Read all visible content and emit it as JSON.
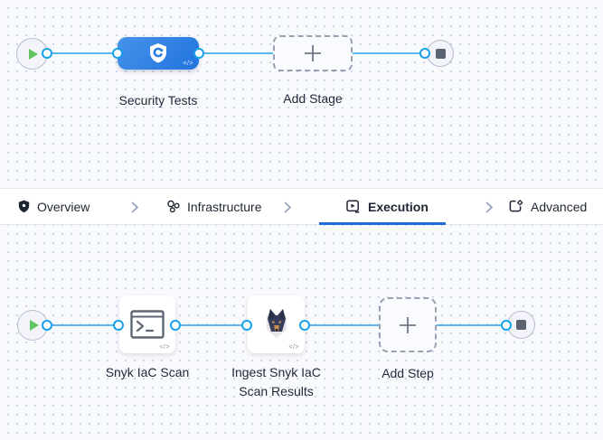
{
  "glyphs": {
    "code": "</>"
  },
  "stage_pipeline": {
    "stage": {
      "label": "Security Tests"
    },
    "add_stage": {
      "label": "Add Stage"
    }
  },
  "tabs": {
    "items": [
      {
        "label": "Overview",
        "active": false
      },
      {
        "label": "Infrastructure",
        "active": false
      },
      {
        "label": "Execution",
        "active": true
      },
      {
        "label": "Advanced",
        "active": false
      }
    ]
  },
  "step_pipeline": {
    "steps": [
      {
        "label": "Snyk IaC Scan"
      },
      {
        "label": "Ingest Snyk IaC Scan Results"
      }
    ],
    "add_step": {
      "label": "Add Step"
    }
  },
  "colors": {
    "stage_blue": "#2b7ce4",
    "line_blue": "#5ab7ef",
    "dot_ring_blue": "#18a0e8",
    "tab_underline_blue": "#1f6bd8",
    "play_green": "#63c462"
  }
}
